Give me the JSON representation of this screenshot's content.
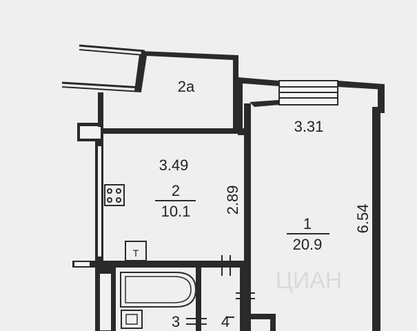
{
  "rooms": {
    "loggia": {
      "label": "2a"
    },
    "kitchen": {
      "label": "2",
      "area": "10.1",
      "width": "3.49",
      "depth": "2.89"
    },
    "living": {
      "label": "1",
      "area": "20.9",
      "width": "3.31",
      "depth": "6.54"
    },
    "bathroom": {
      "label": "3"
    },
    "wc": {
      "label": "4"
    }
  },
  "fixtures": {
    "stove_label": "T"
  },
  "watermark": "ЦИАН"
}
